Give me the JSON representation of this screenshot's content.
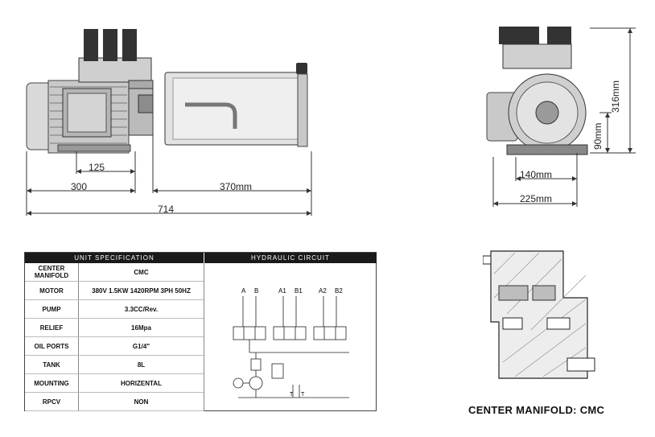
{
  "front_view": {
    "dims": {
      "d125": "125",
      "d300": "300",
      "d370": "370mm",
      "d714": "714"
    }
  },
  "side_view": {
    "dims": {
      "d316": "316mm",
      "d90": "90mm",
      "d140": "140mm",
      "d225": "225mm"
    }
  },
  "spec_table": {
    "header": "UNIT SPECIFICATION",
    "circuit_header": "HYDRAULIC CIRCUIT",
    "rows": [
      {
        "label": "CENTER MANIFOLD",
        "value": "CMC"
      },
      {
        "label": "MOTOR",
        "value": "380V 1.5KW 1420RPM 3PH 50HZ"
      },
      {
        "label": "PUMP",
        "value": "3.3CC/Rev."
      },
      {
        "label": "RELIEF",
        "value": "16Mpa"
      },
      {
        "label": "OIL PORTS",
        "value": "G1/4\""
      },
      {
        "label": "TANK",
        "value": "8L"
      },
      {
        "label": "MOUNTING",
        "value": "HORIZENTAL"
      },
      {
        "label": "RPCV",
        "value": "NON"
      }
    ],
    "circuit_labels": {
      "a": "A",
      "b": "B",
      "a1": "A1",
      "b1": "B1",
      "a2": "A2",
      "b2": "B2",
      "t1": "T",
      "t2": "T"
    }
  },
  "manifold_caption": "CENTER MANIFOLD: CMC"
}
